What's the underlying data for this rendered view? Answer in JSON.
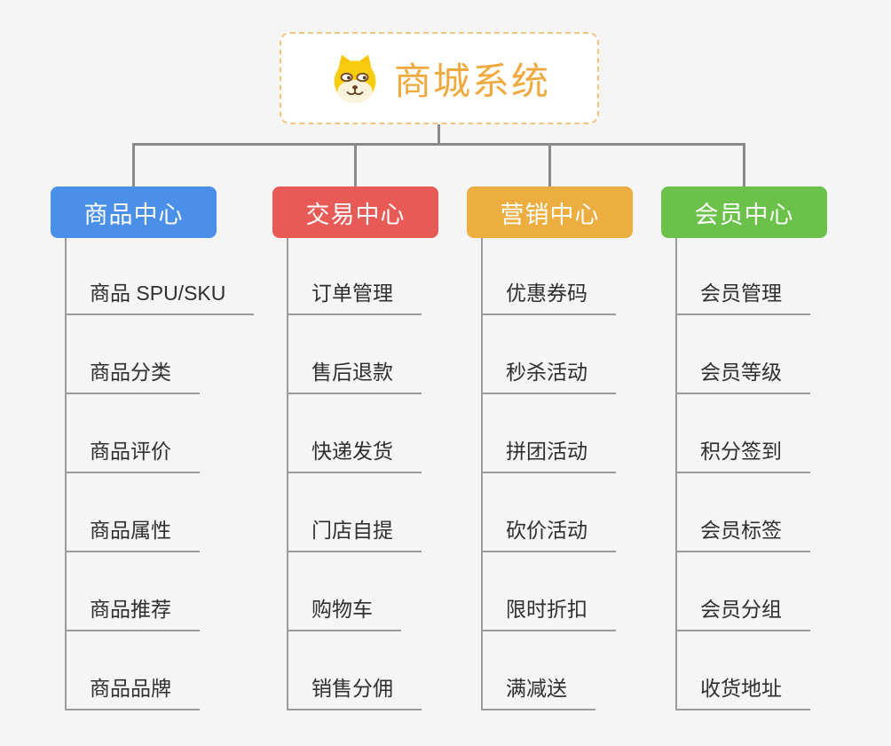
{
  "root": {
    "title": "商城系统",
    "title_color": "#efa93e",
    "border_color": "#f2c57f",
    "icon": "dog-face-icon"
  },
  "connector_color": "#8a8a8a",
  "branches": [
    {
      "label": "商品中心",
      "color": "#4a90e8",
      "children": [
        "商品 SPU/SKU",
        "商品分类",
        "商品评价",
        "商品属性",
        "商品推荐",
        "商品品牌"
      ]
    },
    {
      "label": "交易中心",
      "color": "#e85a55",
      "children": [
        "订单管理",
        "售后退款",
        "快递发货",
        "门店自提",
        "购物车",
        "销售分佣"
      ]
    },
    {
      "label": "营销中心",
      "color": "#ecae40",
      "children": [
        "优惠券码",
        "秒杀活动",
        "拼团活动",
        "砍价活动",
        "限时折扣",
        "满减送"
      ]
    },
    {
      "label": "会员中心",
      "color": "#6bc149",
      "children": [
        "会员管理",
        "会员等级",
        "积分签到",
        "会员标签",
        "会员分组",
        "收货地址"
      ]
    }
  ]
}
